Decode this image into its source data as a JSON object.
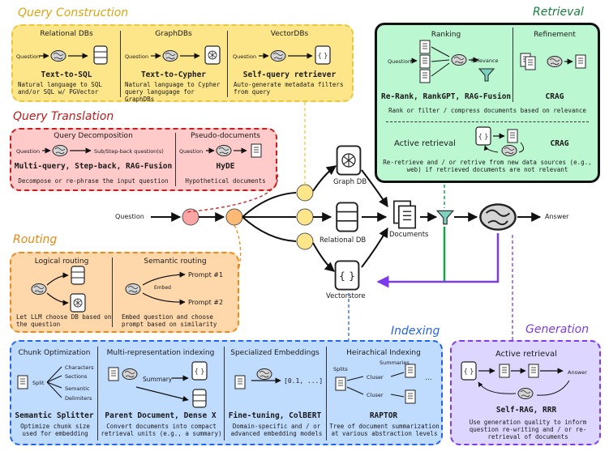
{
  "colors": {
    "qc_fill": "#fde68a",
    "qc_border": "#e9c640",
    "qc_title": "#d9a514",
    "qt_fill": "#fecaca",
    "qt_border": "#c81e1e",
    "qt_title": "#b91c1c",
    "routing_fill": "#fed7aa",
    "routing_border": "#ea8a18",
    "routing_title": "#e08a14",
    "indexing_fill": "#bfdbfe",
    "indexing_border": "#2563eb",
    "indexing_title": "#2563eb",
    "retrieval_fill": "#bbf7d0",
    "retrieval_border": "#111111",
    "retrieval_title": "#16803c",
    "generation_fill": "#ddd6fe",
    "generation_border": "#7c3aed",
    "generation_title": "#7c3aed"
  },
  "query_construction": {
    "title": "Query Construction",
    "columns": [
      {
        "header": "Relational DBs",
        "input": "Question",
        "method": "Text-to-SQL",
        "desc": "Natural language to SQL and/or SQL w/ PGVector",
        "icon": "database-icon"
      },
      {
        "header": "GraphDBs",
        "input": "Question",
        "method": "Text-to-Cypher",
        "desc": "Natural language to Cypher query langugage for GraphDBs",
        "icon": "graph-db-icon"
      },
      {
        "header": "VectorDBs",
        "input": "Question",
        "method": "Self-query retriever",
        "desc": "Auto-generate metadata filters from query",
        "icon": "vector-db-icon"
      }
    ]
  },
  "query_translation": {
    "title": "Query Translation",
    "decomposition": {
      "header": "Query Decomposition",
      "input": "Question",
      "output": "Sub/Step-back question(s)",
      "method": "Multi-query, Step-back, RAG-Fusion",
      "desc": "Decompose or re-phrase the input question"
    },
    "pseudo": {
      "header": "Pseudo-documents",
      "input": "Question",
      "method": "HyDE",
      "desc": "Hypothetical documents"
    }
  },
  "routing": {
    "title": "Routing",
    "logical": {
      "header": "Logical routing",
      "desc": "Let LLM choose DB based on the question"
    },
    "semantic": {
      "header": "Semantic routing",
      "prompt1": "Prompt #1",
      "embed": "Embed",
      "prompt2": "Prompt #2",
      "desc": "Embed question and choose prompt based on similarity"
    }
  },
  "retrieval": {
    "title": "Retrieval",
    "ranking": {
      "header": "Ranking",
      "input": "Question",
      "relevance": "Relevance",
      "method": "Re-Rank, RankGPT, RAG-Fusion"
    },
    "refinement": {
      "header": "Refinement",
      "method": "CRAG"
    },
    "ranking_desc": "Rank or filter / compress documents based on relevance",
    "active": {
      "header": "Active retrieval",
      "method": "CRAG",
      "desc": "Re-retrieve and / or retrive from new data sources (e.g., web) if retrieved documents are not relevant"
    }
  },
  "flow": {
    "question": "Question",
    "graph_db": "Graph DB",
    "relational_db": "Relational DB",
    "vectorstore": "Vectorstore",
    "documents": "Documents",
    "answer": "Answer"
  },
  "indexing": {
    "title": "Indexing",
    "chunk": {
      "header": "Chunk Optimization",
      "split": "Split",
      "items": [
        "Characters",
        "Sections",
        "Semantic",
        "Delimiters"
      ],
      "method": "Semantic Splitter",
      "desc": "Optimize chunk size used for embedding"
    },
    "multirep": {
      "header": "Multi-representation indexing",
      "summary": "Summary",
      "method": "Parent Document, Dense X",
      "desc": "Convert documents into compact retrieval units (e.g., a summary)"
    },
    "embeddings": {
      "header": "Specialized Embeddings",
      "vector": "[0.1, ...]",
      "method": "Fine-tuning, ColBERT",
      "desc": "Domain-specific and / or advanced embedding models"
    },
    "hierarchical": {
      "header": "Heirachical Indexing",
      "summaries": "Summaries",
      "splits": "Splits",
      "cluster1": "Cluser",
      "cluster2": "Cluser",
      "ellipsis": "...",
      "method": "RAPTOR",
      "desc": "Tree of document summarization at various abstraction levels"
    }
  },
  "generation": {
    "title": "Generation",
    "header": "Active retrieval",
    "answer": "Answer",
    "method": "Self-RAG, RRR",
    "desc": "Use generation quality to inform question re-writing and / or re-retrieval of documents"
  }
}
